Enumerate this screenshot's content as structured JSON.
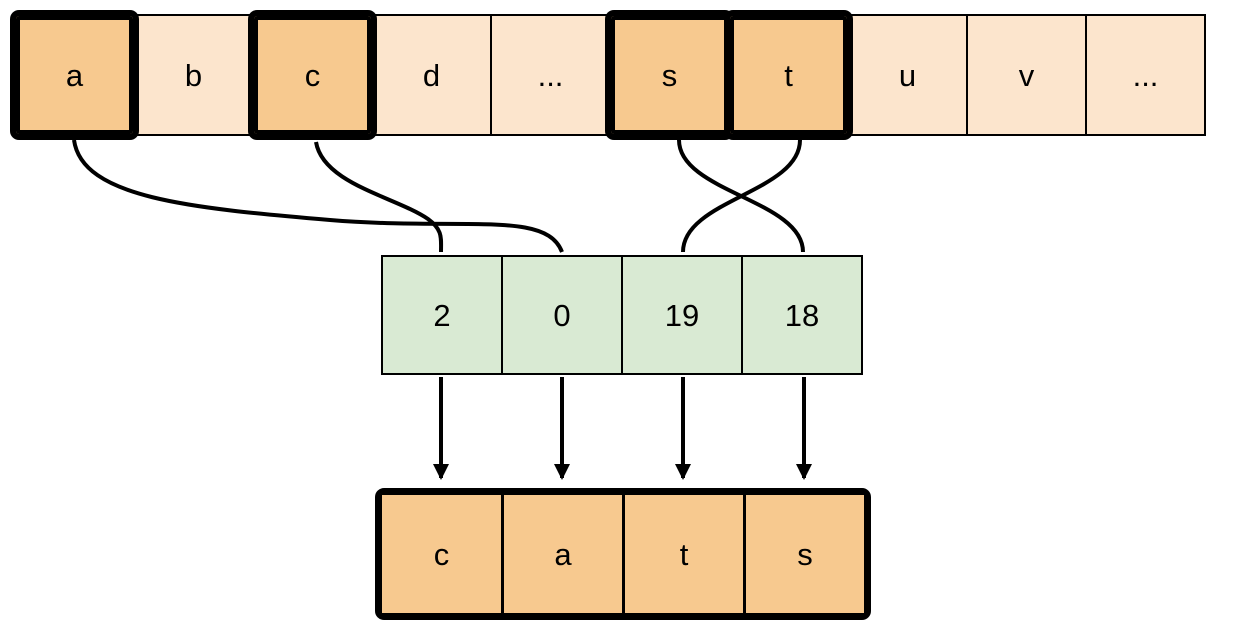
{
  "figure": {
    "description": "letter-to-index encoding diagram",
    "colors": {
      "background": "#ffffff",
      "cell_light_orange": "#FCE5CD",
      "cell_highlight_orange": "#F7C98F",
      "cell_green": "#D9EAD3",
      "line_black": "#000000"
    },
    "alphabet_row": {
      "cells": [
        {
          "label": "a",
          "highlighted": true
        },
        {
          "label": "b",
          "highlighted": false
        },
        {
          "label": "c",
          "highlighted": true
        },
        {
          "label": "d",
          "highlighted": false
        },
        {
          "label": "...",
          "highlighted": false
        },
        {
          "label": "s",
          "highlighted": true
        },
        {
          "label": "t",
          "highlighted": true
        },
        {
          "label": "u",
          "highlighted": false
        },
        {
          "label": "v",
          "highlighted": false
        },
        {
          "label": "...",
          "highlighted": false
        }
      ]
    },
    "index_row": {
      "cells": [
        "2",
        "0",
        "19",
        "18"
      ]
    },
    "result_row": {
      "cells": [
        "c",
        "a",
        "t",
        "s"
      ]
    },
    "connections": [
      {
        "from_letter": "a",
        "to_index": "0"
      },
      {
        "from_letter": "c",
        "to_index": "2"
      },
      {
        "from_letter": "s",
        "to_index": "18"
      },
      {
        "from_letter": "t",
        "to_index": "19"
      }
    ]
  }
}
